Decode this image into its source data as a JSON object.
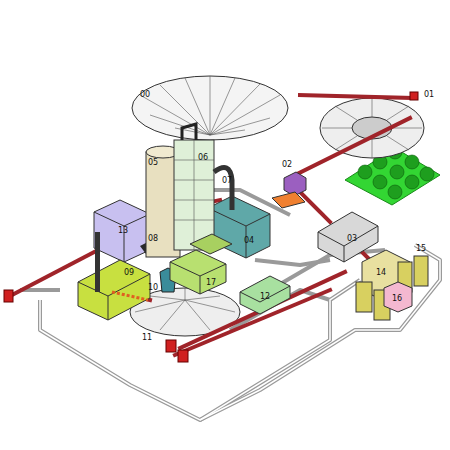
{
  "diagram": {
    "labels": [
      "00",
      "01",
      "02",
      "03",
      "04",
      "05",
      "06",
      "07",
      "08",
      "09",
      "10",
      "11",
      "12",
      "13",
      "14",
      "15",
      "16",
      "17"
    ]
  }
}
